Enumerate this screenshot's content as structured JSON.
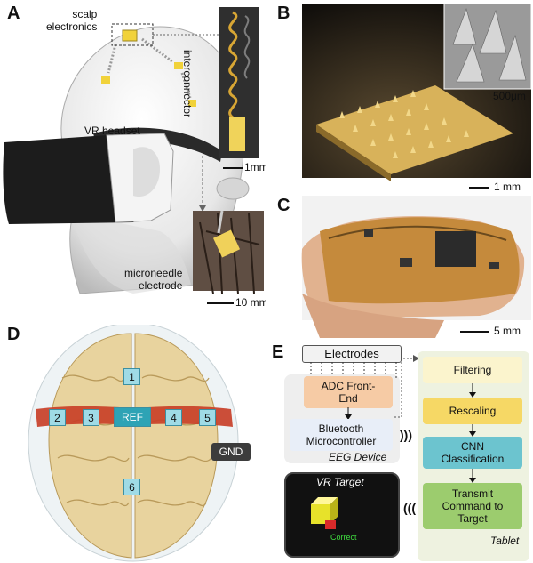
{
  "panel_a": {
    "label": "A",
    "scalp_electronics": "scalp\nelectronics",
    "vr_headset": "VR headset",
    "interconnector": "interconnector",
    "scale_top": "1mm",
    "microneedle": "microneedle\nelectrode",
    "scale_bottom": "10 mm"
  },
  "panel_b": {
    "label": "B",
    "inset_scale": "500μm",
    "scale": "1 mm"
  },
  "panel_c": {
    "label": "C",
    "scale": "5 mm"
  },
  "panel_d": {
    "label": "D",
    "electrodes": [
      "1",
      "2",
      "3",
      "REF",
      "4",
      "5",
      "6"
    ],
    "gnd": "GND"
  },
  "panel_e": {
    "label": "E",
    "electrodes": "Electrodes",
    "adc": "ADC Front-\nEnd",
    "bluetooth": "Bluetooth\nMicrocontroller",
    "eeg_device": "EEG Device",
    "vr_target": "VR Target",
    "correct": "Correct",
    "tablet": "Tablet",
    "steps": [
      "Filtering",
      "Rescaling",
      "CNN\nClassification",
      "Transmit\nCommand to\nTarget"
    ],
    "colors": {
      "filtering": "#fbf4cd",
      "rescaling": "#f6d865",
      "cnn": "#6cc4cf",
      "transmit": "#9ccc6e",
      "adc": "#f6cba5"
    }
  }
}
